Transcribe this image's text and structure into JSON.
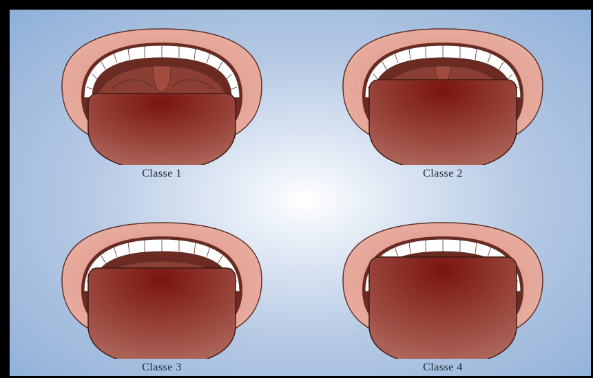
{
  "diagram": {
    "mouths": [
      {
        "caption": "Classe 1",
        "visibility": "full-uvula-and-pillars"
      },
      {
        "caption": "Classe 2",
        "visibility": "partial-uvula"
      },
      {
        "caption": "Classe 3",
        "visibility": "soft-palate-base-only"
      },
      {
        "caption": "Classe 4",
        "visibility": "hard-palate-only"
      }
    ],
    "colors": {
      "background_center": "#ffffff",
      "background_edge": "#8fb0d8",
      "lips": "#e7a79a",
      "lips_outline": "#5a3028",
      "throat": "#6b2a22",
      "tongue_center": "#7a1410",
      "tongue_edge": "#a65a4e",
      "teeth": "#ffffff",
      "frame": "#000000"
    }
  }
}
